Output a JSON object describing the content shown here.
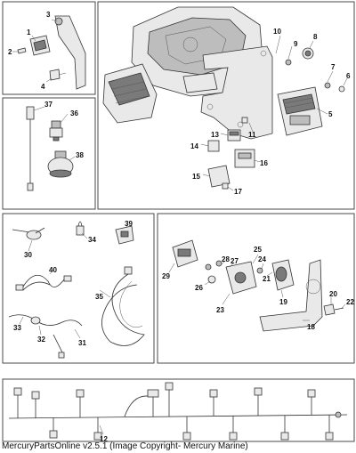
{
  "caption": "MercuryPartsOnline v2.5.1 (Image Copyright- Mercury Marine)",
  "callouts": {
    "c1": "1",
    "c2": "2",
    "c3": "3",
    "c4": "4",
    "c5": "5",
    "c6": "6",
    "c7": "7",
    "c8": "8",
    "c9": "9",
    "c10": "10",
    "c11": "11",
    "c12": "12",
    "c13": "13",
    "c14": "14",
    "c15": "15",
    "c16": "16",
    "c17": "17",
    "c18": "18",
    "c19": "19",
    "c20": "20",
    "c21": "21",
    "c22": "22",
    "c23": "23",
    "c24": "24",
    "c25": "25",
    "c26": "26",
    "c27": "27",
    "c28": "28",
    "c29": "29",
    "c30": "30",
    "c31": "31",
    "c32": "32",
    "c33": "33",
    "c34": "34",
    "c35": "35",
    "c36": "36",
    "c37": "37",
    "c38": "38",
    "c39": "39",
    "c40": "40"
  }
}
